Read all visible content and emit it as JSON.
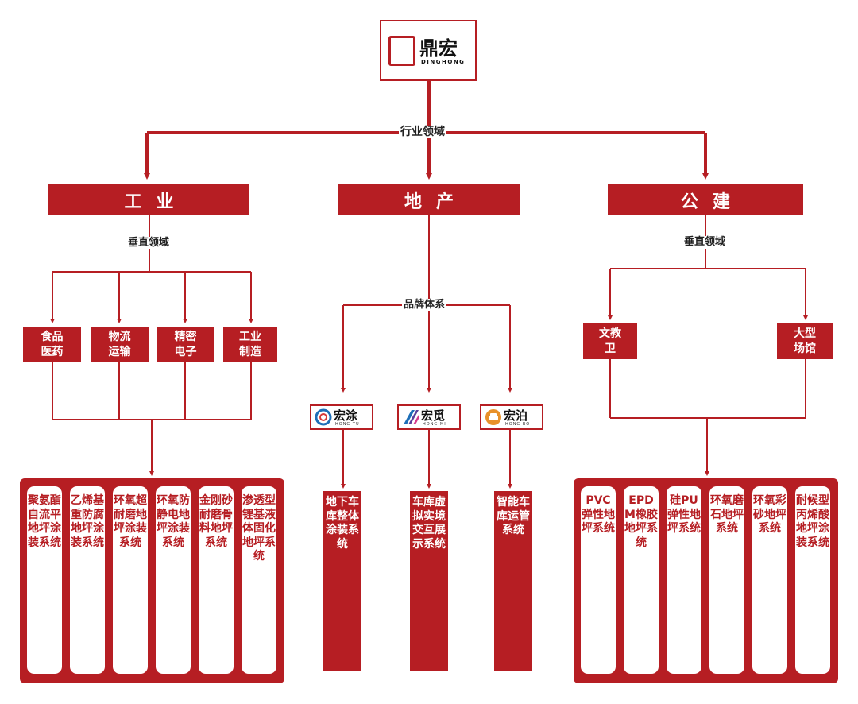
{
  "logo": {
    "brand": "鼎宏",
    "sub": "DINGHONG"
  },
  "top_label": "行业领域",
  "sectors": [
    {
      "name": "工业"
    },
    {
      "name": "地产"
    },
    {
      "name": "公建"
    }
  ],
  "industry": {
    "label": "垂直领域",
    "subs": [
      "食品\n医药",
      "物流\n运输",
      "精密\n电子",
      "工业\n制造"
    ],
    "systems": [
      "聚氨酯自流平地坪涂装系统",
      "乙烯基重防腐地坪涂装系统",
      "环氧超耐磨地坪涂装系统",
      "环氧防静电地坪涂装系统",
      "金刚砂耐磨骨料地坪系统",
      "渗透型锂基液体固化地坪系统"
    ]
  },
  "realestate": {
    "label": "品牌体系",
    "brands": [
      {
        "name": "宏涂",
        "sub": "HONG TU"
      },
      {
        "name": "宏觅",
        "sub": "HONG MI"
      },
      {
        "name": "宏泊",
        "sub": "HONG BO"
      }
    ],
    "systems": [
      "地下车库整体涂装系统",
      "车库虚拟实境交互展示系统",
      "智能车库运管系统"
    ]
  },
  "public": {
    "label": "垂直领域",
    "subs": [
      "文教\n卫",
      "大型\n场馆"
    ],
    "systems": [
      "PVC弹性地坪系统",
      "EPDM橡胶地坪系统",
      "硅PU弹性地坪系统",
      "环氧磨石地坪系统",
      "环氧彩砂地坪系统",
      "耐候型丙烯酸地坪涂装系统"
    ]
  },
  "colors": {
    "accent": "#b61e23",
    "brand_blue": "#1e6fb8",
    "brand_purple": "#5b3f9a",
    "brand_orange": "#e8912a"
  }
}
